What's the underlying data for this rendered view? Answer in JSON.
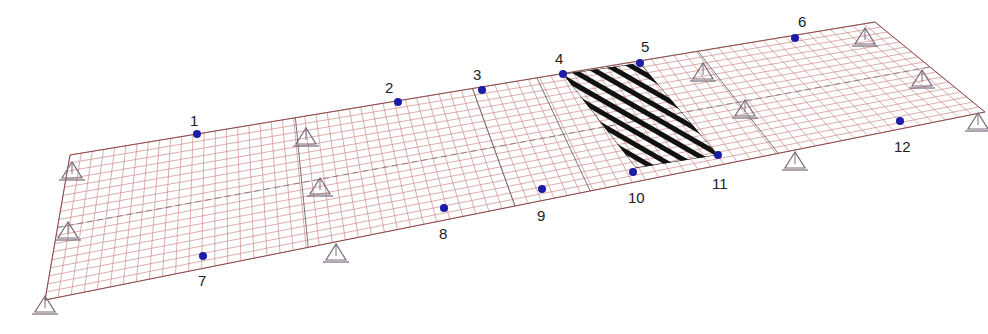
{
  "diagram": {
    "labels": [
      "1",
      "2",
      "3",
      "4",
      "5",
      "6",
      "7",
      "8",
      "9",
      "10",
      "11",
      "12"
    ]
  }
}
